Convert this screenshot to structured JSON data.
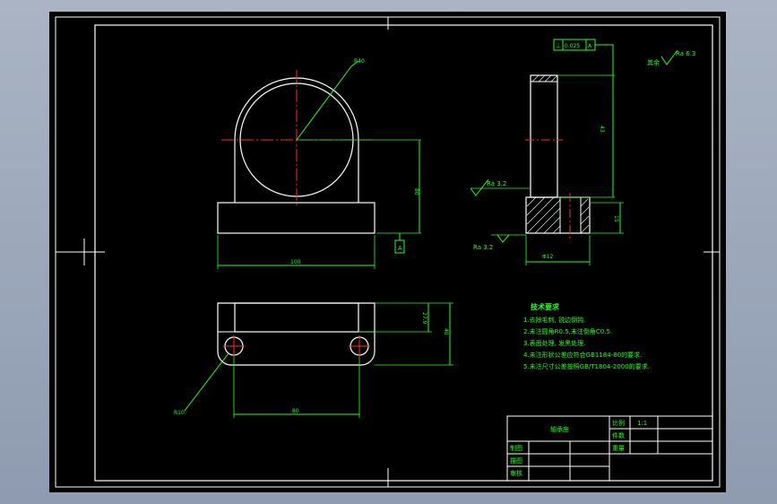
{
  "colors": {
    "background": "#000000",
    "outline": "#ffffff",
    "dimension": "#22ff22",
    "centerline": "#ff2a2a"
  },
  "dimensions": {
    "dia_circle": "R40",
    "height_right": "80",
    "width_base": "100",
    "datum_a": "A",
    "depth_inner": "27.9",
    "depth_total": "40",
    "hole_radius": "R10",
    "hole_spacing": "80",
    "side_height": "43",
    "side_base": "15",
    "side_width": "Φ12",
    "ra_left": "Ra 3.2",
    "ra_bottom": "Ra 3.2",
    "ra_corner": "Ra 6.3",
    "other_label": "其余",
    "tolerance_sym": "⊥",
    "tolerance_val": "0.025",
    "tolerance_ref": "A"
  },
  "notes": {
    "title": "技术要求",
    "items": [
      "1.去除毛刺, 锐边倒钝.",
      "2.未注圆角R0.5,未注倒角C0.5.",
      "3.表面处理, 发黑处理.",
      "4.未注形状公差应符合GB1184-80的要求.",
      "5.未注尺寸公差按照GB/T1804-2000的要求."
    ]
  },
  "title_block": {
    "part_name": "轴承座",
    "scale_label": "比例",
    "scale_value": "1:1",
    "qty_label": "件数",
    "weight_label": "重量",
    "designer_label": "制图",
    "drafter_label": "描图",
    "reviewer_label": "审核"
  }
}
